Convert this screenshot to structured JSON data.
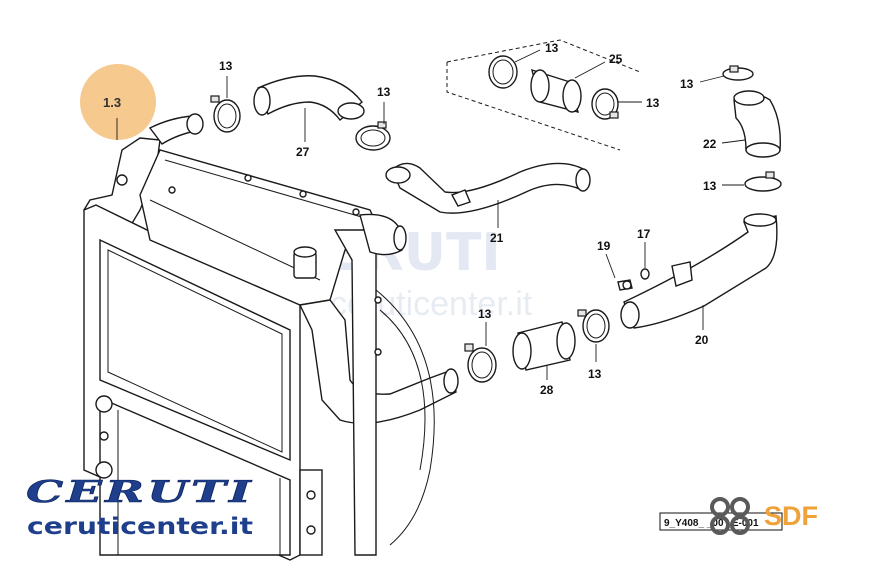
{
  "diagram": {
    "section_label": "1.3",
    "part_numbers": {
      "p13": "13",
      "p17": "17",
      "p19": "19",
      "p20": "20",
      "p21": "21",
      "p22": "22",
      "p25": "25",
      "p27": "27",
      "p28": "28"
    },
    "watermark_text": "CERUTI",
    "watermark_site": "ceruticenter.it",
    "reference_code": "9_Y408_ _00 _E-001"
  },
  "branding": {
    "ceruti_logo": "CERUTI",
    "ceruti_site": "ceruticenter.it",
    "sdf_logo": "SDF"
  },
  "colors": {
    "section_marker": "#f6c98e",
    "ceruti_blue": "#1f3f8c",
    "sdf_orange": "#f0a23a",
    "sdf_gray": "#5a5a5a"
  }
}
